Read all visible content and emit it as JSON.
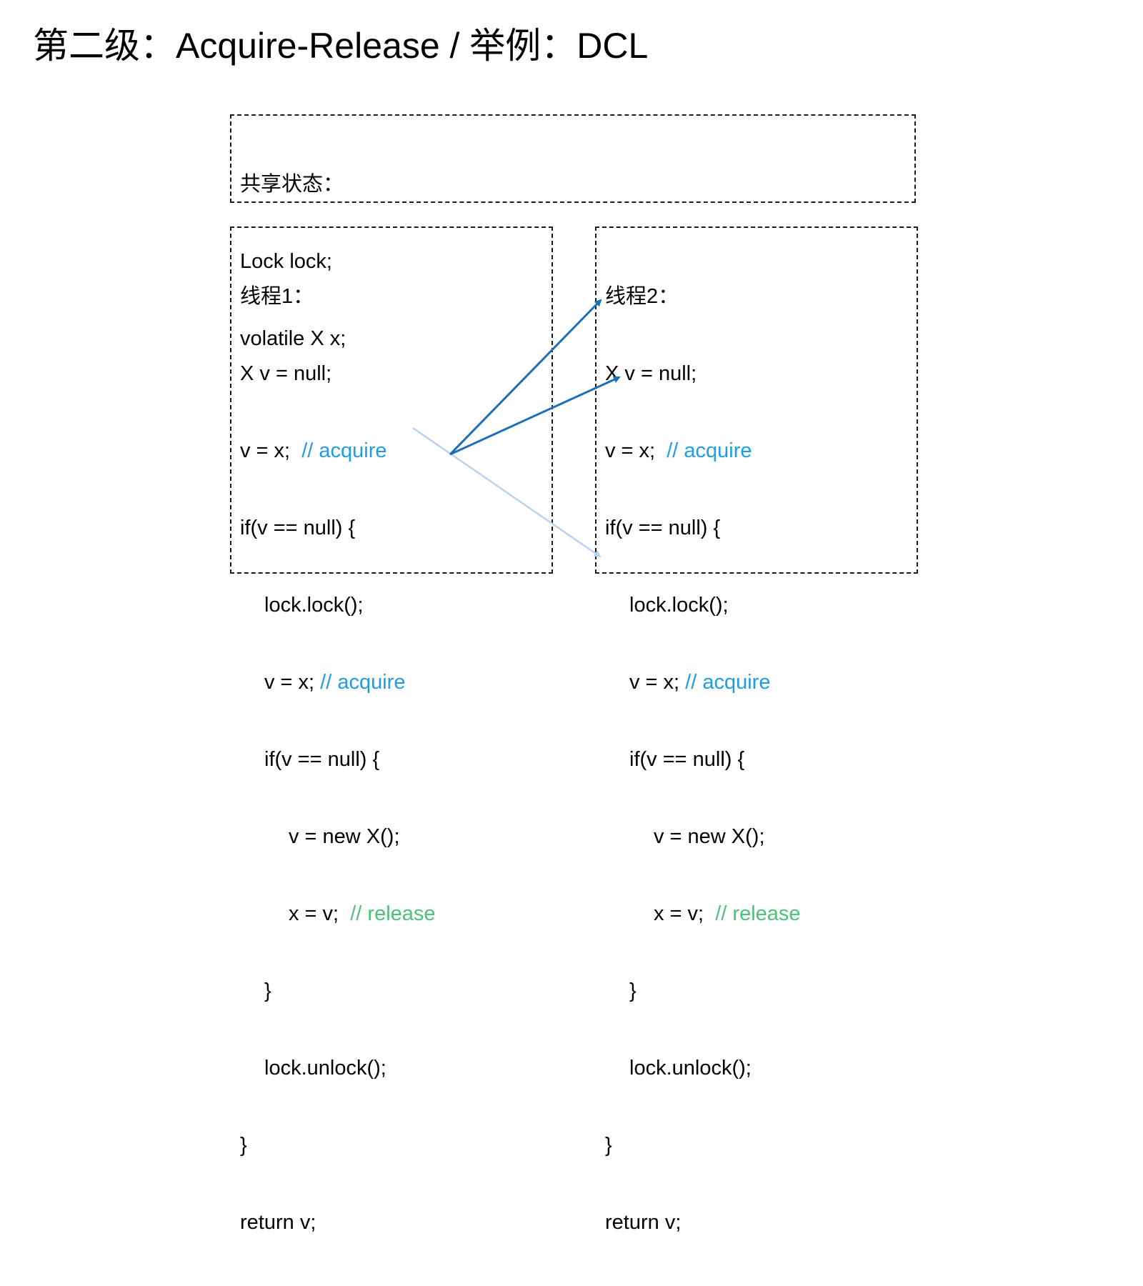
{
  "title": "第二级：Acquire-Release / 举例：DCL",
  "shared": {
    "lines": [
      "共享状态：",
      "Lock lock;",
      "volatile X x;"
    ]
  },
  "thread1": {
    "header": "线程1：",
    "l1": "X v = null;",
    "l2_code": "v = x;  ",
    "l2_comment": "// acquire",
    "l3": "if(v == null) {",
    "l4": "lock.lock();",
    "l5_code": "v = x; ",
    "l5_comment": "// acquire",
    "l6": "if(v == null) {",
    "l7": "v = new X();",
    "l8_code": "x = v;  ",
    "l8_comment": "// release",
    "l9": "}",
    "l10": "lock.unlock();",
    "l11": "}",
    "l12": "return v;"
  },
  "thread2": {
    "header": "线程2：",
    "l1": "X v = null;",
    "l2_code": "v = x;  ",
    "l2_comment": "// acquire",
    "l3": "if(v == null) {",
    "l4": "lock.lock();",
    "l5_code": "v = x; ",
    "l5_comment": "// acquire",
    "l6": "if(v == null) {",
    "l7": "v = new X();",
    "l8_code": "x = v;  ",
    "l8_comment": "// release",
    "l9": "}",
    "l10": "lock.unlock();",
    "l11": "}",
    "l12": "return v;"
  },
  "colors": {
    "acquire": "#1f9de0",
    "release": "#4cc17c",
    "arrow_strong": "#1a6fb8",
    "arrow_light": "#b9d3ef"
  }
}
